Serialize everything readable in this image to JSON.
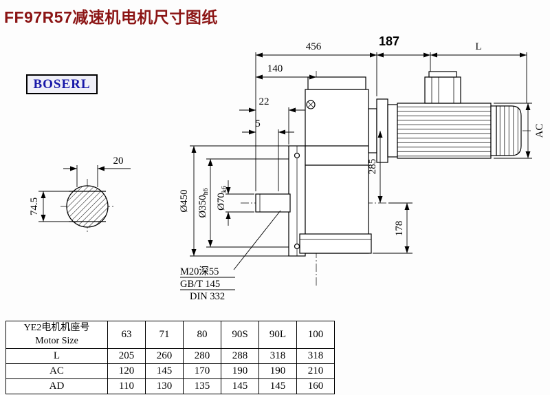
{
  "page": {
    "title": "FF97R57减速机电机尺寸图纸",
    "brand": "BOSERL"
  },
  "drawing": {
    "dim_456": "456",
    "dim_187": "187",
    "dim_L": "L",
    "dim_140": "140",
    "dim_22": "22",
    "dim_5": "5",
    "dim_285": "285",
    "dim_178": "178",
    "dim_AC": "AC",
    "dim_20": "20",
    "dim_74_5": "74.5",
    "dia_450": "Ø450",
    "dia_350": "Ø350",
    "dia_350_tol": "h6",
    "dia_70": "Ø70",
    "dia_70_tol": "k6",
    "note_thread": "M20深55",
    "note_gb": "GB/T 145",
    "note_din": "DIN 332"
  },
  "table": {
    "header_line1": "YE2电机机座号",
    "header_line2": "Motor Size",
    "sizes": [
      "63",
      "71",
      "80",
      "90S",
      "90L",
      "100"
    ],
    "rows": [
      {
        "label": "L",
        "values": [
          "205",
          "260",
          "280",
          "288",
          "318",
          "318"
        ]
      },
      {
        "label": "AC",
        "values": [
          "120",
          "145",
          "170",
          "190",
          "190",
          "210"
        ]
      },
      {
        "label": "AD",
        "values": [
          "110",
          "130",
          "135",
          "145",
          "145",
          "160"
        ]
      }
    ]
  }
}
